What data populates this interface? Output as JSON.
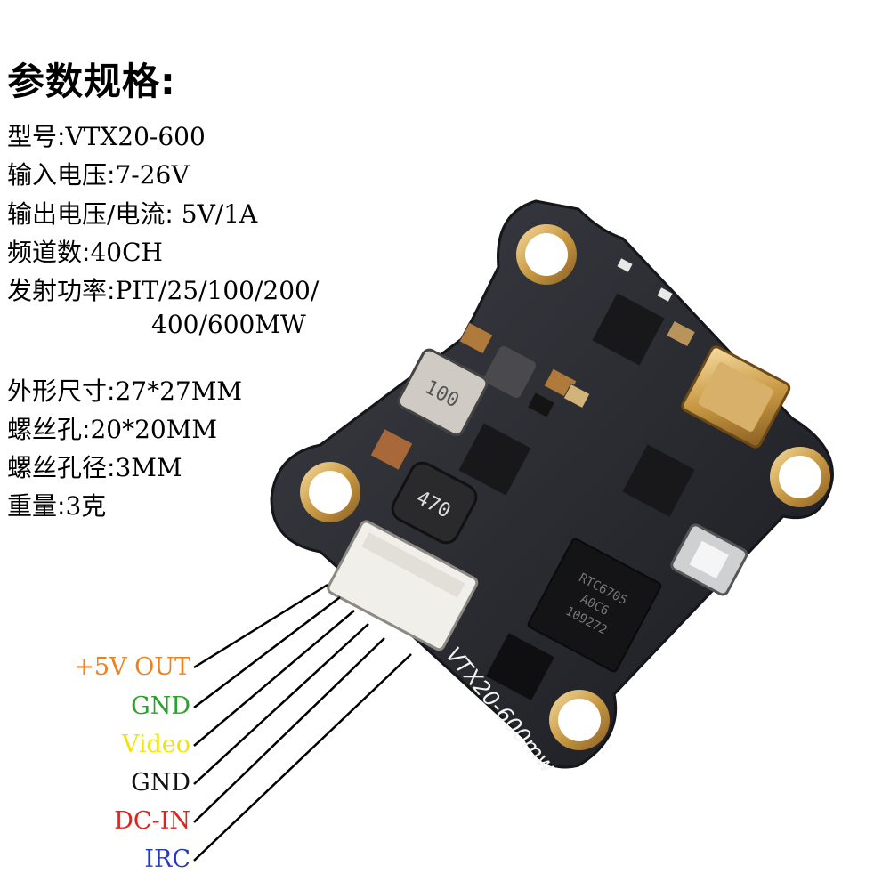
{
  "title": "参数规格:",
  "specs": [
    {
      "label": "型号:",
      "value": "VTX20-600"
    },
    {
      "label": "输入电压:",
      "value": "7-26V"
    },
    {
      "label": "输出电压/电流:",
      "value": " 5V/1A"
    },
    {
      "label": "频道数:",
      "value": "40CH"
    },
    {
      "label": "发射功率:",
      "value": "PIT/25/100/200/"
    },
    {
      "label": "",
      "value": "400/600MW"
    },
    {
      "label": "外形尺寸:",
      "value": "27*27MM"
    },
    {
      "label": "螺丝孔:",
      "value": "20*20MM"
    },
    {
      "label": "螺丝孔径:",
      "value": "3MM"
    },
    {
      "label": "重量:",
      "value": "3克"
    }
  ],
  "pins": [
    {
      "label": "+5V OUT",
      "color": "#f07f1e"
    },
    {
      "label": "GND",
      "color": "#2aa12a"
    },
    {
      "label": "Video",
      "color": "#f2e40a"
    },
    {
      "label": "GND",
      "color": "#111111"
    },
    {
      "label": "DC-IN",
      "color": "#e0241d"
    },
    {
      "label": "IRC",
      "color": "#2438c8"
    }
  ],
  "board": {
    "silkscreen": "VTX20-600mw",
    "chip_main": "RTC6705",
    "chip_main_line2": "A0C6",
    "chip_main_line3": "109272",
    "inductor_top": "100",
    "inductor_bottom": "470"
  }
}
